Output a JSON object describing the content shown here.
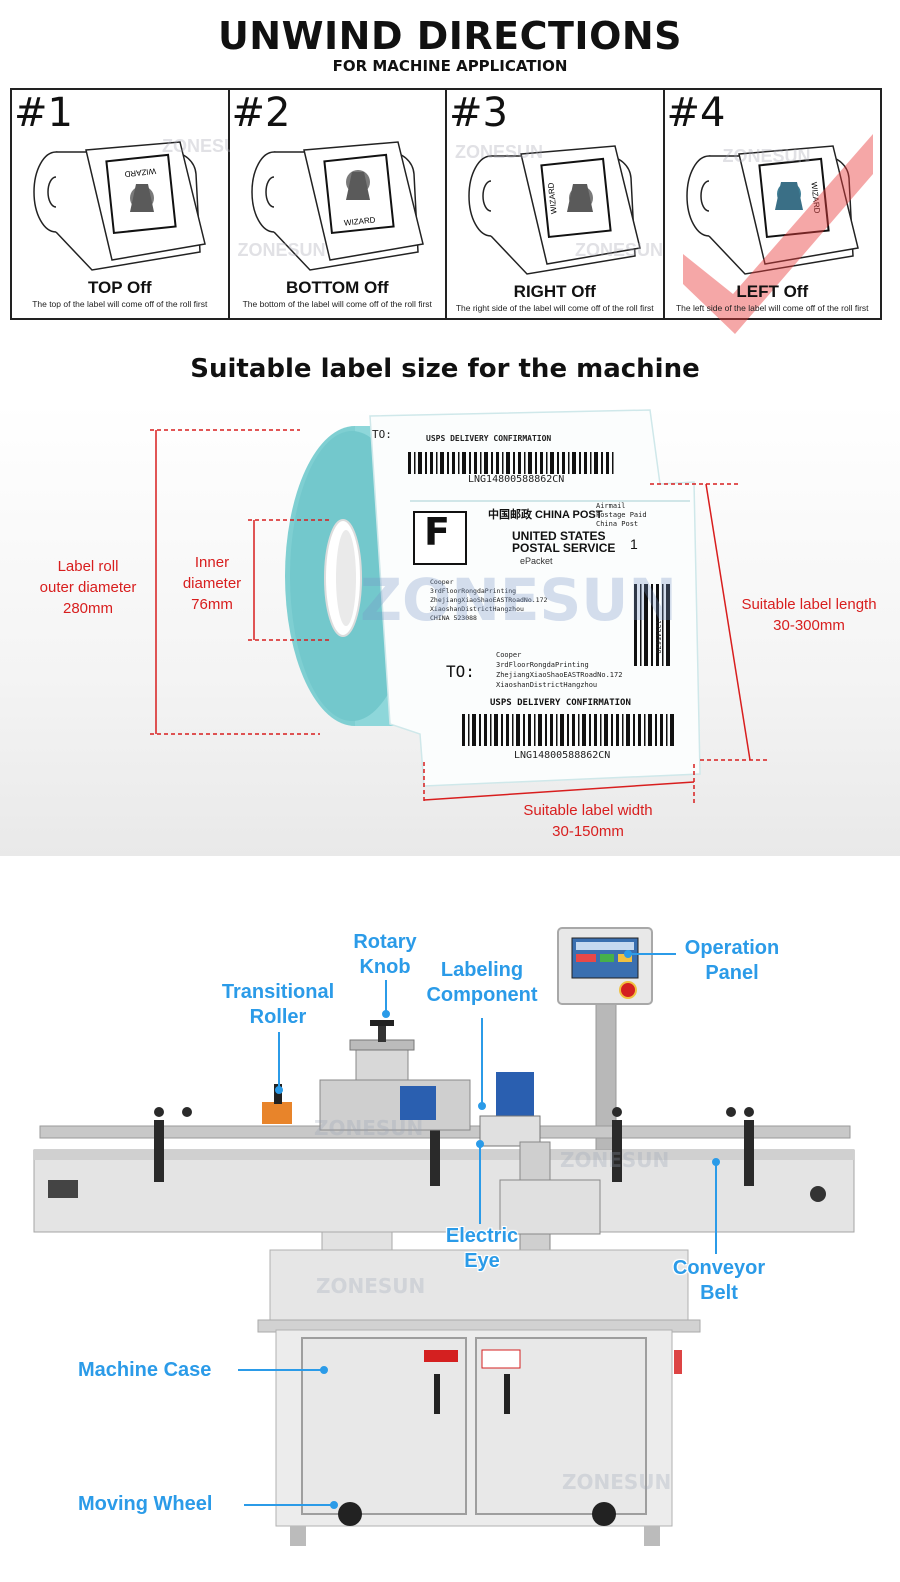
{
  "header": {
    "title": "UNWIND DIRECTIONS",
    "subtitle": "FOR MACHINE APPLICATION"
  },
  "directions": [
    {
      "number": "#1",
      "label": "TOP Off",
      "description": "The top of the label will come off of the roll first",
      "card_text": "WIZARD"
    },
    {
      "number": "#2",
      "label": "BOTTOM Off",
      "description": "The bottom of the label will come off of the roll first",
      "card_text": "WIZARD"
    },
    {
      "number": "#3",
      "label": "RIGHT Off",
      "description": "The right side of the label will come off of the roll first",
      "card_text": "WIZARD"
    },
    {
      "number": "#4",
      "label": "LEFT Off",
      "description": "The left side of the label will come off of the roll first",
      "card_text": "WIZARD"
    }
  ],
  "watermark": "ZONESUN",
  "label_size": {
    "title": "Suitable label size for the machine",
    "outer": {
      "line1": "Label roll",
      "line2": "outer diameter",
      "line3": "280mm"
    },
    "inner": {
      "line1": "Inner",
      "line2": "diameter",
      "line3": "76mm"
    },
    "length": {
      "line1": "Suitable label length",
      "line2": "30-300mm"
    },
    "width": {
      "line1": "Suitable label width",
      "line2": "30-150mm"
    },
    "label_texts": {
      "to1": "TO:",
      "usps_top": "USPS DELIVERY CONFIRMATION",
      "tracking_top": "LNG14800588862CN",
      "f_mark": "F",
      "china_post": "中国邮政 CHINA POST",
      "us_postal_1": "UNITED STATES",
      "us_postal_2": "POSTAL SERVICE",
      "epacket": "ePacket",
      "airmail_1": "Airmail",
      "airmail_2": "Postage Paid",
      "airmail_3": "China Post",
      "num_1": "1",
      "addr_1": "Cooper",
      "addr_2": "3rdFloorRongdaPrinting",
      "addr_3": "ZhejiangXiaoShaoEASTRoadNo.172",
      "addr_4": "XiaoshanDistrictHangzhou",
      "addr_5": "CHINA 523088",
      "to2": "TO:",
      "usps_bottom": "USPS DELIVERY CONFIRMATION",
      "tracking_bottom": "LNG14800588862CN",
      "side_num": "12345678"
    }
  },
  "machine": {
    "callouts": {
      "rotary_knob": {
        "line1": "Rotary",
        "line2": "Knob"
      },
      "labeling_component": {
        "line1": "Labeling",
        "line2": "Component"
      },
      "operation_panel": {
        "line1": "Operation",
        "line2": "Panel"
      },
      "transitional_roller": {
        "line1": "Transitional",
        "line2": "Roller"
      },
      "electric_eye": {
        "line1": "Electric",
        "line2": "Eye"
      },
      "conveyor_belt": {
        "line1": "Conveyor",
        "line2": "Belt"
      },
      "machine_case": "Machine Case",
      "moving_wheel": "Moving Wheel"
    },
    "colors": {
      "callout": "#2b9be8",
      "emergency": "#d42020"
    }
  }
}
